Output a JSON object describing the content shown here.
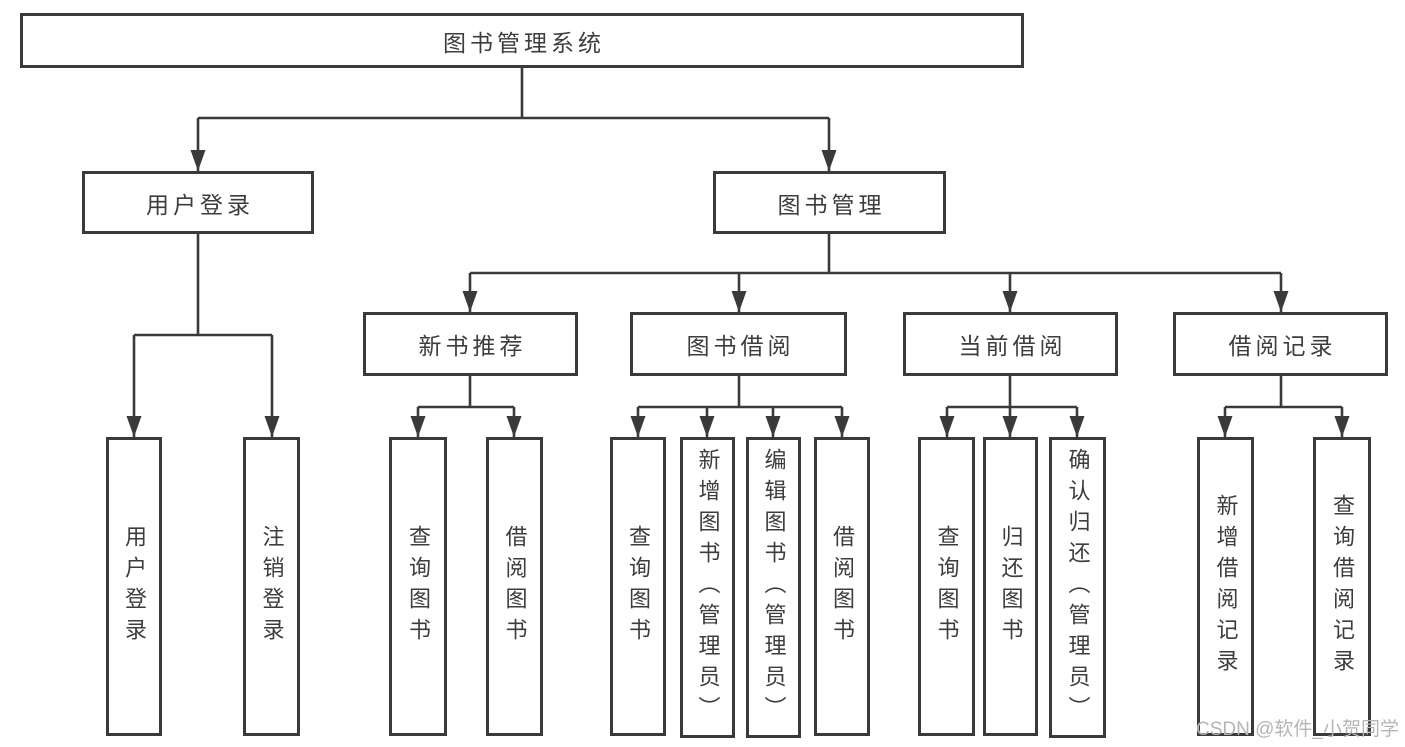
{
  "tree": {
    "root": {
      "label": "图书管理系统"
    },
    "children": [
      {
        "label": "用户登录",
        "children": [
          {
            "label": "用户登录"
          },
          {
            "label": "注销登录"
          }
        ]
      },
      {
        "label": "图书管理",
        "children": [
          {
            "label": "新书推荐",
            "children": [
              {
                "label": "查询图书"
              },
              {
                "label": "借阅图书"
              }
            ]
          },
          {
            "label": "图书借阅",
            "children": [
              {
                "label": "查询图书"
              },
              {
                "label": "新增图书（管理员）"
              },
              {
                "label": "编辑图书（管理员）"
              },
              {
                "label": "借阅图书"
              }
            ]
          },
          {
            "label": "当前借阅",
            "children": [
              {
                "label": "查询图书"
              },
              {
                "label": "归还图书"
              },
              {
                "label": "确认归还（管理员）"
              }
            ]
          },
          {
            "label": "借阅记录",
            "children": [
              {
                "label": "新增借阅记录"
              },
              {
                "label": "查询借阅记录"
              }
            ]
          }
        ]
      }
    ]
  },
  "watermark": {
    "text": "CSDN @软件_小贺同学"
  },
  "colors": {
    "line": "#3a3a3a",
    "text": "#3d3d3d",
    "background": "#ffffff",
    "watermark_text": "#b5b5b5"
  }
}
